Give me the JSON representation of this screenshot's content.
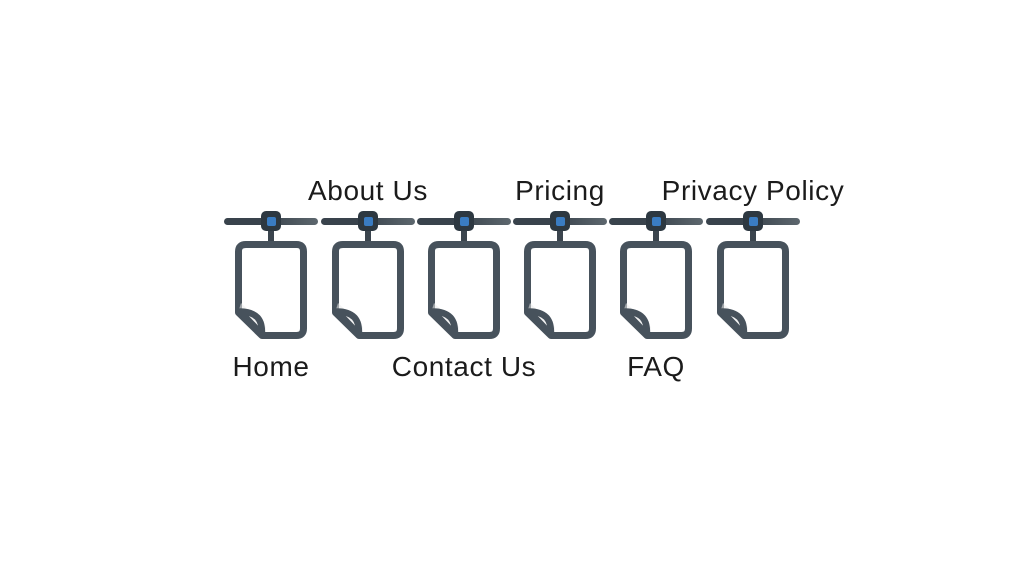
{
  "colors": {
    "background": "#ffffff",
    "outline": "#47525c",
    "rail_dark": "#39434c",
    "rail_light": "#5d676e",
    "stem": "#3b454e",
    "node": "#2d3841",
    "node_accent": "#3a7cc2",
    "fold_fill": "#f3f3f3",
    "shade": "#e9e9e9",
    "text": "#1b1b1b"
  },
  "pages": [
    {
      "label": "Home",
      "label_position": "below"
    },
    {
      "label": "About Us",
      "label_position": "above"
    },
    {
      "label": "Contact Us",
      "label_position": "below"
    },
    {
      "label": "Pricing",
      "label_position": "above"
    },
    {
      "label": "FAQ",
      "label_position": "below"
    },
    {
      "label": "Privacy Policy",
      "label_position": "above"
    }
  ]
}
